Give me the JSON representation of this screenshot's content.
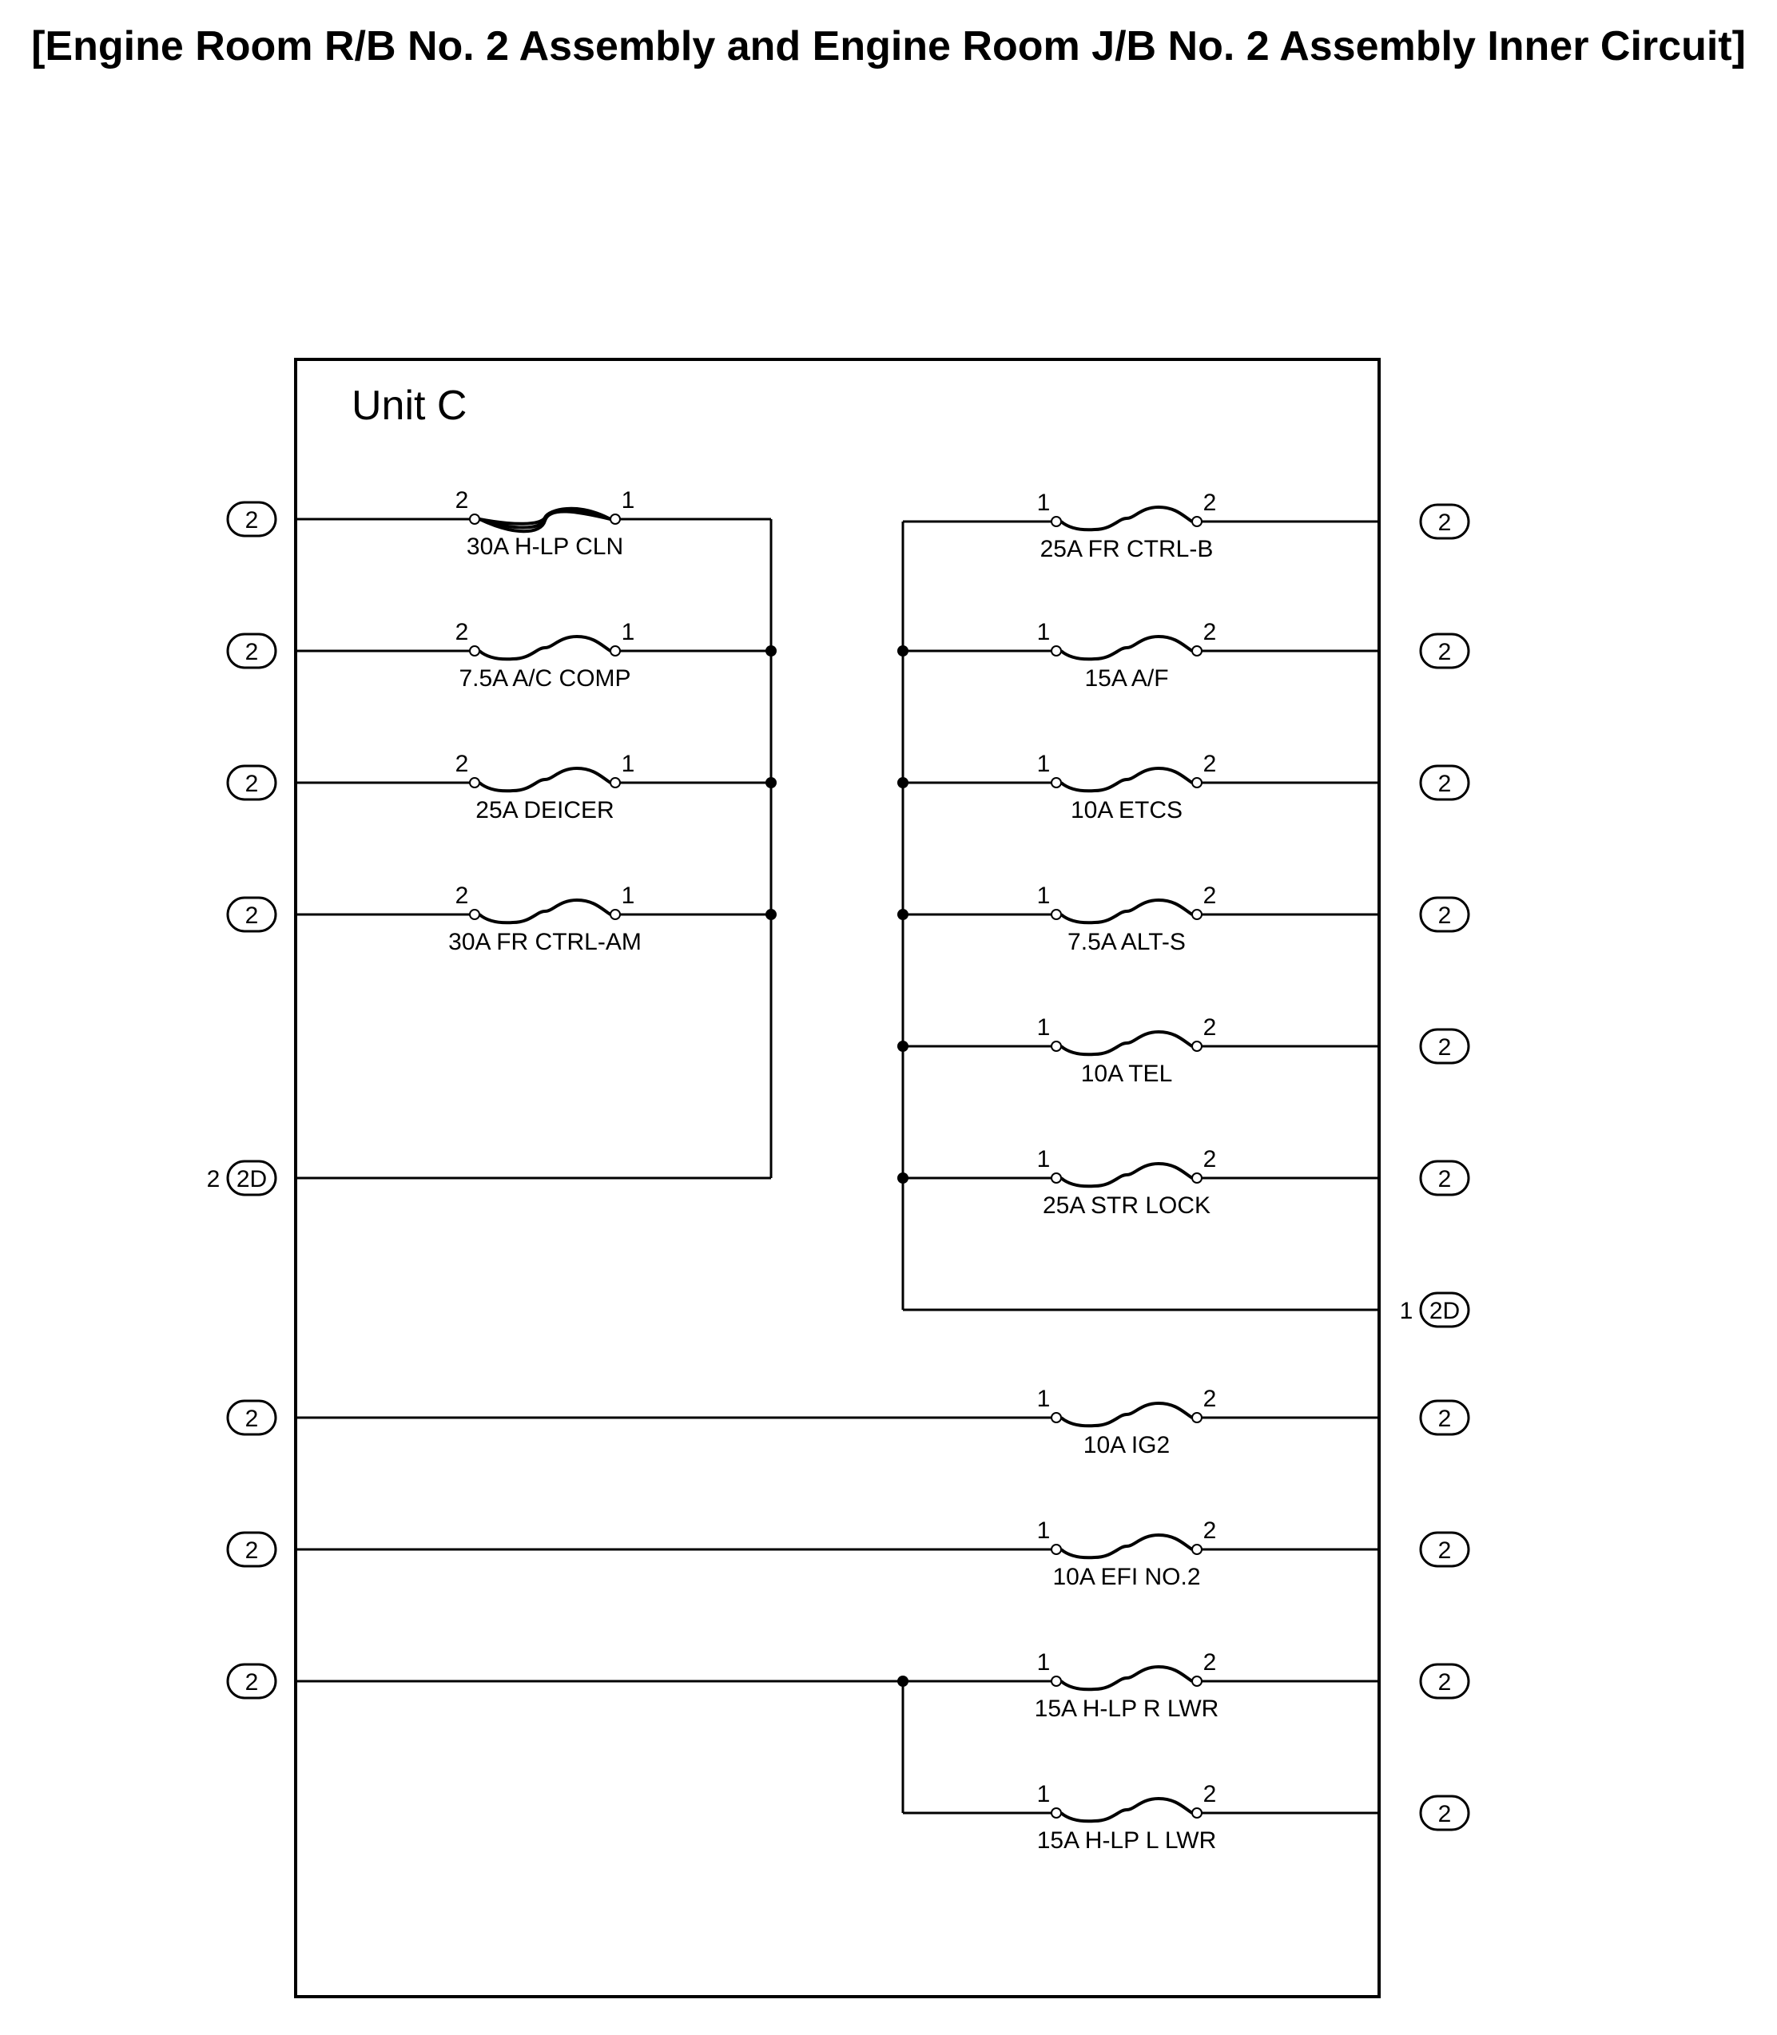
{
  "title": "[Engine Room R/B No. 2 Assembly and Engine Room J/B No. 2 Assembly Inner Circuit]",
  "unit_label": "Unit C",
  "connector_default": "2",
  "connector_2d": {
    "label": "2D",
    "left_pin": "2",
    "right_pin": "1"
  },
  "left_fuses": [
    {
      "label": "30A H-LP CLN",
      "pin_left": "2",
      "pin_right": "1",
      "type": "fusible-link"
    },
    {
      "label": "7.5A A/C COMP",
      "pin_left": "2",
      "pin_right": "1",
      "type": "fuse"
    },
    {
      "label": "25A DEICER",
      "pin_left": "2",
      "pin_right": "1",
      "type": "fuse"
    },
    {
      "label": "30A FR CTRL-AM",
      "pin_left": "2",
      "pin_right": "1",
      "type": "fuse"
    }
  ],
  "right_fuses": [
    {
      "label": "25A FR CTRL-B",
      "pin_left": "1",
      "pin_right": "2",
      "type": "fuse"
    },
    {
      "label": "15A A/F",
      "pin_left": "1",
      "pin_right": "2",
      "type": "fuse"
    },
    {
      "label": "10A ETCS",
      "pin_left": "1",
      "pin_right": "2",
      "type": "fuse"
    },
    {
      "label": "7.5A ALT-S",
      "pin_left": "1",
      "pin_right": "2",
      "type": "fuse"
    },
    {
      "label": "10A TEL",
      "pin_left": "1",
      "pin_right": "2",
      "type": "fuse"
    },
    {
      "label": "25A STR LOCK",
      "pin_left": "1",
      "pin_right": "2",
      "type": "fuse"
    }
  ],
  "bottom_fuses": [
    {
      "label": "10A IG2",
      "pin_left": "1",
      "pin_right": "2",
      "type": "fuse"
    },
    {
      "label": "10A EFI NO.2",
      "pin_left": "1",
      "pin_right": "2",
      "type": "fuse"
    },
    {
      "label": "15A H-LP R LWR",
      "pin_left": "1",
      "pin_right": "2",
      "type": "fuse"
    },
    {
      "label": "15A H-LP L LWR",
      "pin_left": "1",
      "pin_right": "2",
      "type": "fuse"
    }
  ]
}
